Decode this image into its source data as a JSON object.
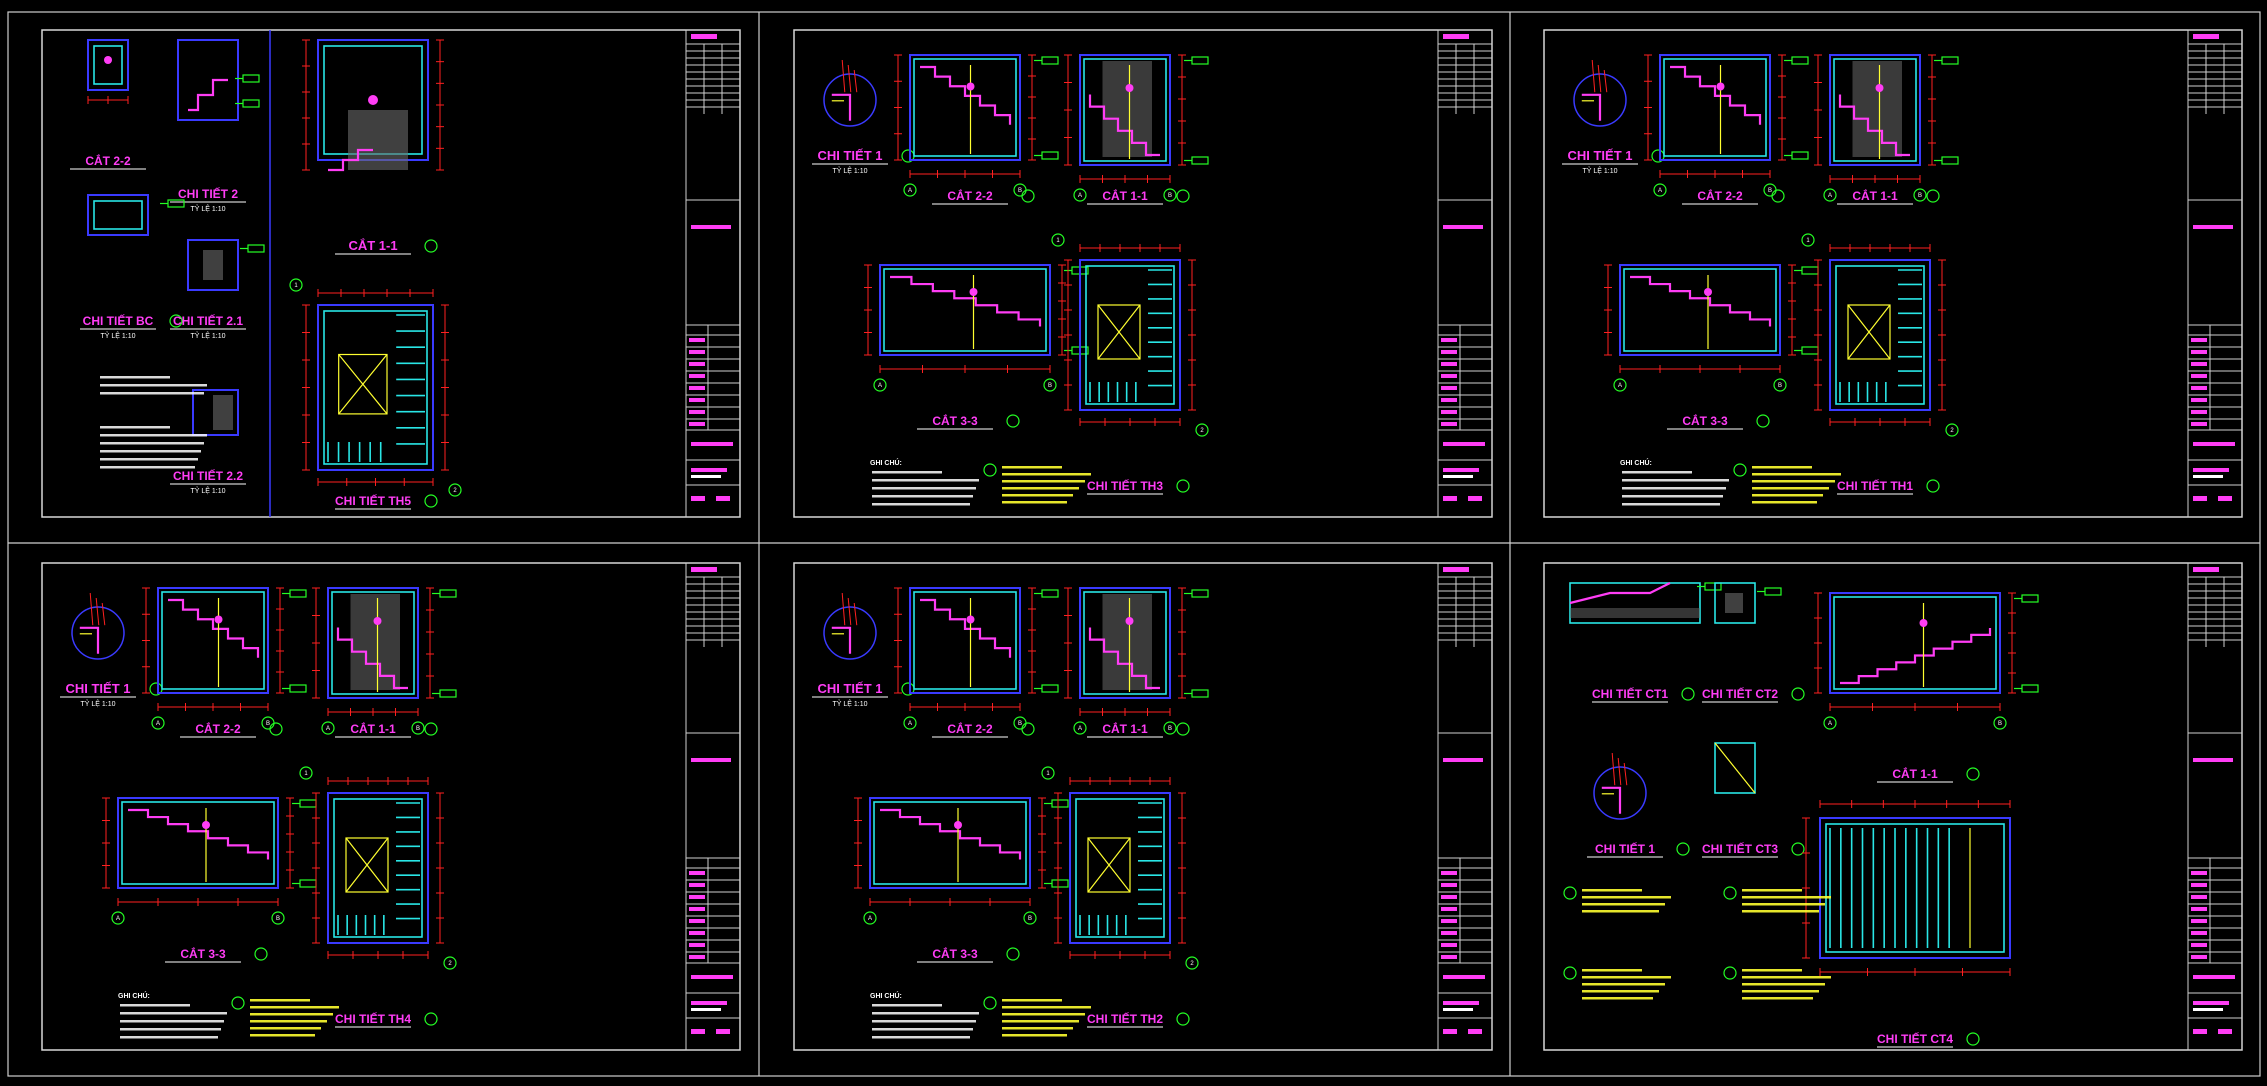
{
  "sheets": [
    {
      "drawings": [
        {
          "title": "CẮT 2-2"
        },
        {
          "title": "CHI TIẾT 2",
          "scale": "TỶ LỆ 1:10"
        },
        {
          "title": "CẮT 1-1"
        },
        {
          "title": "CHI TIẾT BC",
          "scale": "TỶ LỆ 1:10"
        },
        {
          "title": "CHI TIẾT 2.1",
          "scale": "TỶ LỆ 1:10"
        },
        {
          "title": "CHI TIẾT 2.2",
          "scale": "TỶ LỆ 1:10"
        },
        {
          "title": "CHI TIẾT TH5"
        }
      ]
    },
    {
      "drawings": [
        {
          "title": "CHI TIẾT 1",
          "scale": "TỶ LỆ 1:10"
        },
        {
          "title": "CẮT 2-2"
        },
        {
          "title": "CẮT 1-1"
        },
        {
          "title": "CẮT 3-3"
        },
        {
          "title": "CHI TIẾT TH3"
        }
      ],
      "notes_head": "GHI CHÚ:"
    },
    {
      "drawings": [
        {
          "title": "CHI TIẾT 1",
          "scale": "TỶ LỆ 1:10"
        },
        {
          "title": "CẮT 2-2"
        },
        {
          "title": "CẮT 1-1"
        },
        {
          "title": "CẮT 3-3"
        },
        {
          "title": "CHI TIẾT TH1"
        }
      ],
      "notes_head": "GHI CHÚ:"
    },
    {
      "drawings": [
        {
          "title": "CHI TIẾT 1",
          "scale": "TỶ LỆ 1:10"
        },
        {
          "title": "CẮT 2-2"
        },
        {
          "title": "CẮT 1-1"
        },
        {
          "title": "CẮT 3-3"
        },
        {
          "title": "CHI TIẾT TH4"
        }
      ],
      "notes_head": "GHI CHÚ:"
    },
    {
      "drawings": [
        {
          "title": "CHI TIẾT 1",
          "scale": "TỶ LỆ 1:10"
        },
        {
          "title": "CẮT 2-2"
        },
        {
          "title": "CẮT 1-1"
        },
        {
          "title": "CẮT 3-3"
        },
        {
          "title": "CHI TIẾT TH2"
        }
      ],
      "notes_head": "GHI CHÚ:"
    },
    {
      "drawings": [
        {
          "title": "CHI TIẾT CT1"
        },
        {
          "title": "CHI TIẾT CT2"
        },
        {
          "title": "CẮT 1-1"
        },
        {
          "title": "CHI TIẾT 1"
        },
        {
          "title": "CHI TIẾT CT3"
        },
        {
          "title": "CHI TIẾT CT4"
        }
      ]
    }
  ],
  "colors": {
    "background": "#000000",
    "frame": "#d8d8d8",
    "wall_blue": "#3a3aff",
    "wall_cyan": "#29e6e6",
    "stair_magenta": "#ff3df5",
    "dimension_red": "#ff2020",
    "level_yellow": "#ffff30",
    "grid_green": "#24ff24"
  }
}
